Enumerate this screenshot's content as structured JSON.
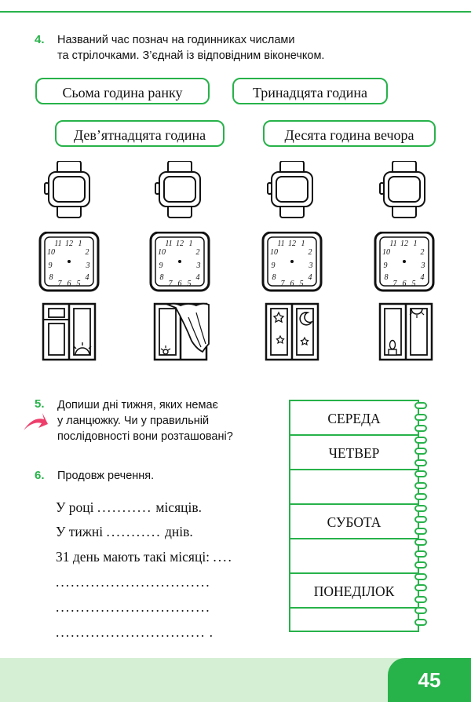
{
  "page_number": "45",
  "task4": {
    "number": "4.",
    "line1": "Названий час познач на годинниках числами",
    "line2": "та стрілочками. З’єднай із відповідним віконечком.",
    "options": [
      "Сьома година ранку",
      "Тринадцята година",
      "Дев’ятнадцята година",
      "Десята година вечора"
    ]
  },
  "clock_numbers": [
    "11",
    "12",
    "1",
    "10",
    "2",
    "9",
    "3",
    "8",
    "4",
    "7",
    "6",
    "5"
  ],
  "task5": {
    "number": "5.",
    "line1": "Допиши дні тижня, яких немає",
    "line2": "у ланцюжку. Чи у правильній",
    "line3": "послідовності вони розташовані?",
    "chain": [
      "СЕРЕДА",
      "ЧЕТВЕР",
      "",
      "СУБОТА",
      "",
      "ПОНЕДІЛОК",
      ""
    ]
  },
  "task6": {
    "number": "6.",
    "title": "Продовж речення.",
    "s1_start": "У році",
    "s1_dots": "...........",
    "s1_end": "місяців.",
    "s2_start": "У тижні",
    "s2_dots": "...........",
    "s2_end": "днів.",
    "s3_start": "31 день мають такі місяці:",
    "s3_dots": "....",
    "line_a": "...............................",
    "line_b": "...............................",
    "line_c": "..............................",
    "line_c_end": "."
  },
  "colors": {
    "accent": "#27b24a",
    "footer": "#d5efd4",
    "arrow": "#ee3f6c"
  }
}
